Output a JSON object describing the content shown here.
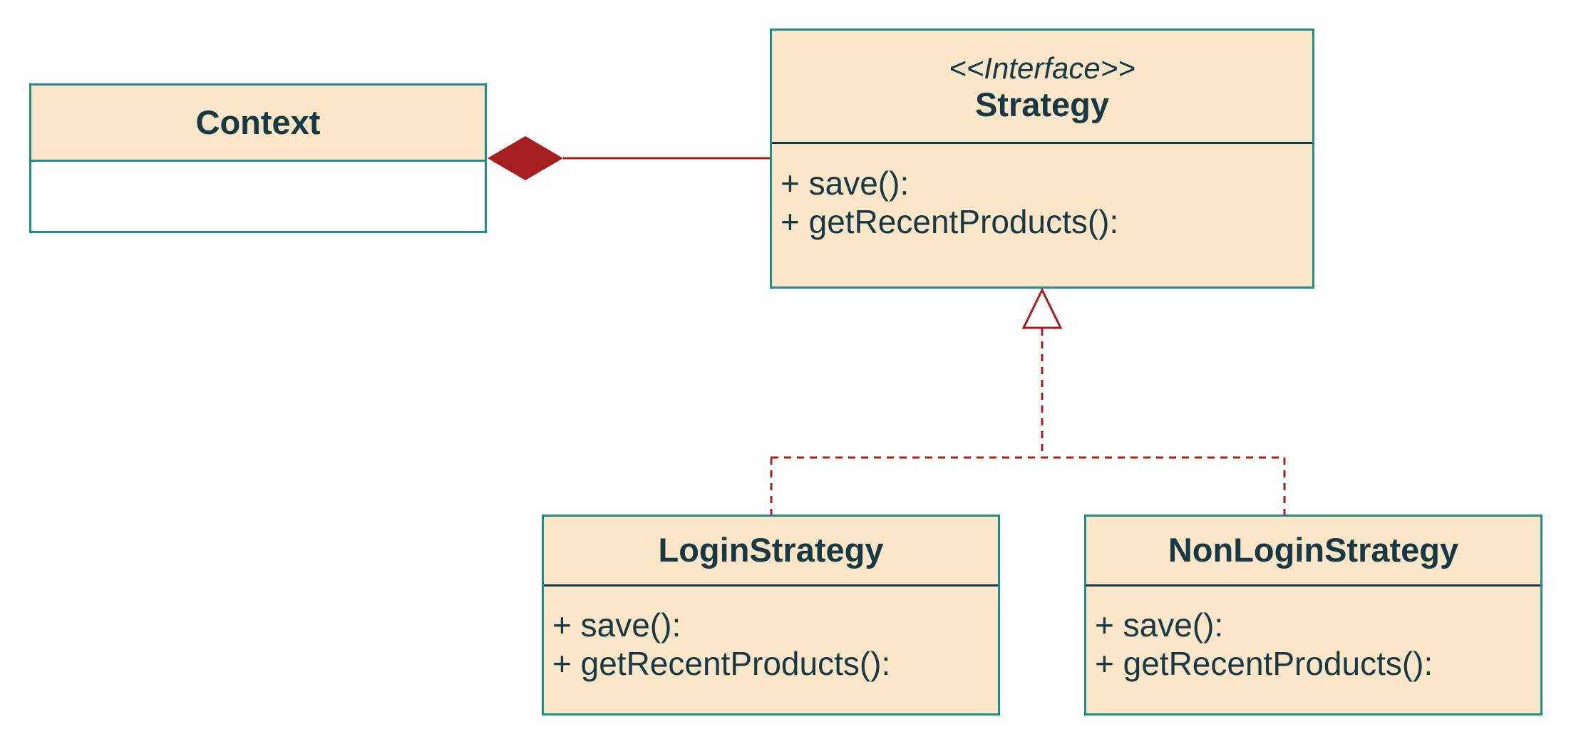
{
  "diagram": {
    "colors": {
      "class_fill": "#f9e5c7",
      "class_border": "#1f8c8a",
      "text": "#183844",
      "relationship": "#a51f1f",
      "context_body_fill": "#ffffff"
    },
    "classes": {
      "context": {
        "name": "Context",
        "methods": []
      },
      "strategy": {
        "stereotype": "<<Interface>>",
        "name": "Strategy",
        "methods": [
          "+ save():",
          "+ getRecentProducts():"
        ]
      },
      "login_strategy": {
        "name": "LoginStrategy",
        "methods": [
          "+ save():",
          "+ getRecentProducts():"
        ]
      },
      "non_login_strategy": {
        "name": "NonLoginStrategy",
        "methods": [
          "+ save():",
          "+ getRecentProducts():"
        ]
      }
    },
    "relationships": [
      {
        "type": "composition",
        "from": "Context",
        "to": "Strategy"
      },
      {
        "type": "realization",
        "from": "LoginStrategy",
        "to": "Strategy"
      },
      {
        "type": "realization",
        "from": "NonLoginStrategy",
        "to": "Strategy"
      }
    ]
  }
}
